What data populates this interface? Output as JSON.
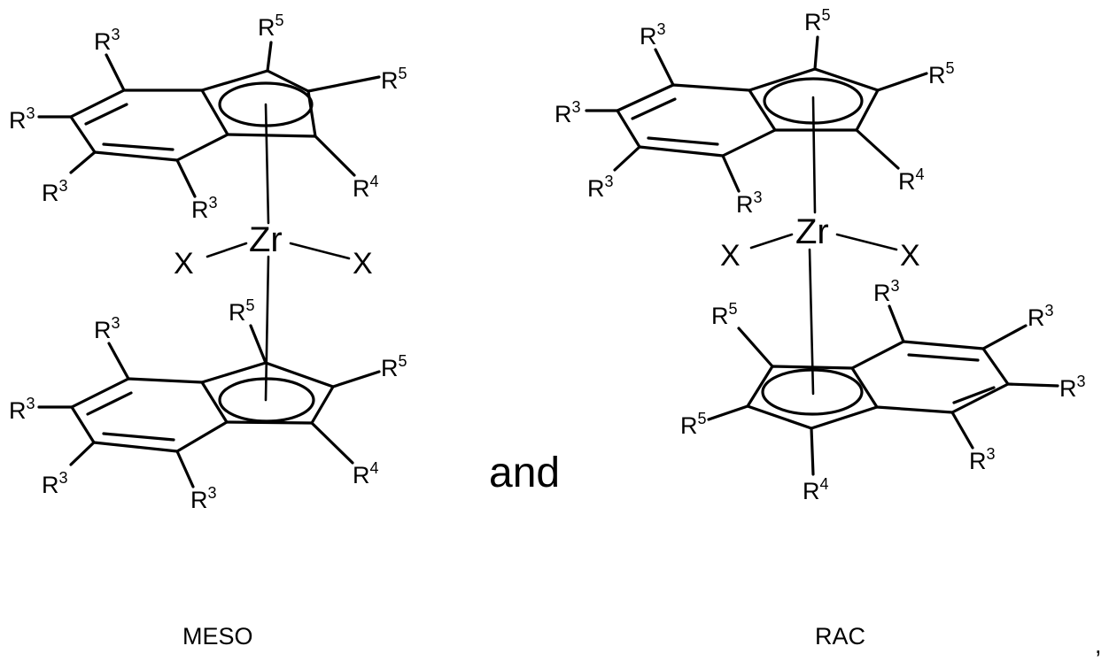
{
  "meso": {
    "caption": "MESO",
    "metal": "Zr",
    "ligand_x_left": "X",
    "ligand_x_right": "X",
    "upper_ring": {
      "r3_top": {
        "base": "R",
        "sup": "3"
      },
      "r3_left": {
        "base": "R",
        "sup": "3"
      },
      "r3_lower_left": {
        "base": "R",
        "sup": "3"
      },
      "r3_bottom": {
        "base": "R",
        "sup": "3"
      },
      "r5_top": {
        "base": "R",
        "sup": "5"
      },
      "r5_right": {
        "base": "R",
        "sup": "5"
      },
      "r4": {
        "base": "R",
        "sup": "4"
      }
    },
    "lower_ring": {
      "r3_top": {
        "base": "R",
        "sup": "3"
      },
      "r3_left": {
        "base": "R",
        "sup": "3"
      },
      "r3_lower_left": {
        "base": "R",
        "sup": "3"
      },
      "r3_bottom": {
        "base": "R",
        "sup": "3"
      },
      "r5_top": {
        "base": "R",
        "sup": "5"
      },
      "r5_right": {
        "base": "R",
        "sup": "5"
      },
      "r4": {
        "base": "R",
        "sup": "4"
      }
    }
  },
  "conjunction": "and",
  "rac": {
    "caption": "RAC",
    "metal": "Zr",
    "ligand_x_left": "X",
    "ligand_x_right": "X",
    "upper_ring": {
      "r3_top": {
        "base": "R",
        "sup": "3"
      },
      "r3_left": {
        "base": "R",
        "sup": "3"
      },
      "r3_lower_left": {
        "base": "R",
        "sup": "3"
      },
      "r3_bottom": {
        "base": "R",
        "sup": "3"
      },
      "r5_top": {
        "base": "R",
        "sup": "5"
      },
      "r5_right": {
        "base": "R",
        "sup": "5"
      },
      "r4": {
        "base": "R",
        "sup": "4"
      }
    },
    "lower_ring": {
      "r3_top": {
        "base": "R",
        "sup": "3"
      },
      "r3_right_top": {
        "base": "R",
        "sup": "3"
      },
      "r3_right": {
        "base": "R",
        "sup": "3"
      },
      "r3_bottom": {
        "base": "R",
        "sup": "3"
      },
      "r5_top": {
        "base": "R",
        "sup": "5"
      },
      "r5_left": {
        "base": "R",
        "sup": "5"
      },
      "r4": {
        "base": "R",
        "sup": "4"
      }
    }
  },
  "trailing_punctuation": ","
}
